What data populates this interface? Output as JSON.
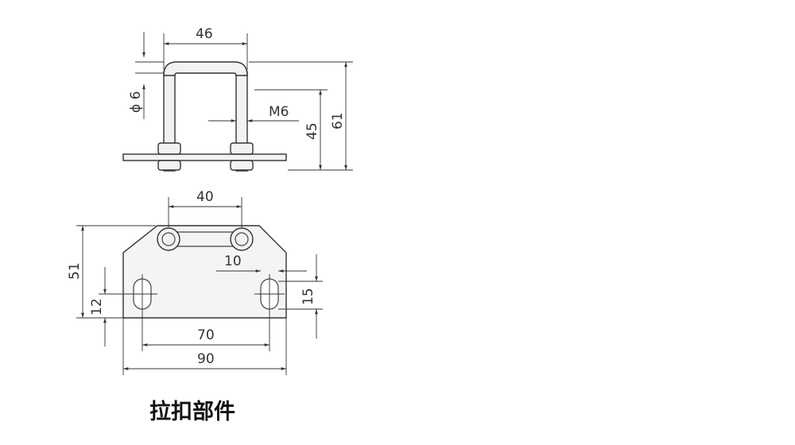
{
  "caption": "拉扣部件",
  "top_view": {
    "dim_width": "46",
    "dim_diameter": "ϕ 6",
    "dim_thread": "M6",
    "dim_height_inner": "45",
    "dim_height_outer": "61"
  },
  "plate_view": {
    "dim_hole_spacing": "40",
    "dim_slot": "10",
    "dim_height": "51",
    "dim_slot_height_left": "12",
    "dim_slot_height_right": "15",
    "dim_mount_spacing": "70",
    "dim_total_width": "90"
  }
}
